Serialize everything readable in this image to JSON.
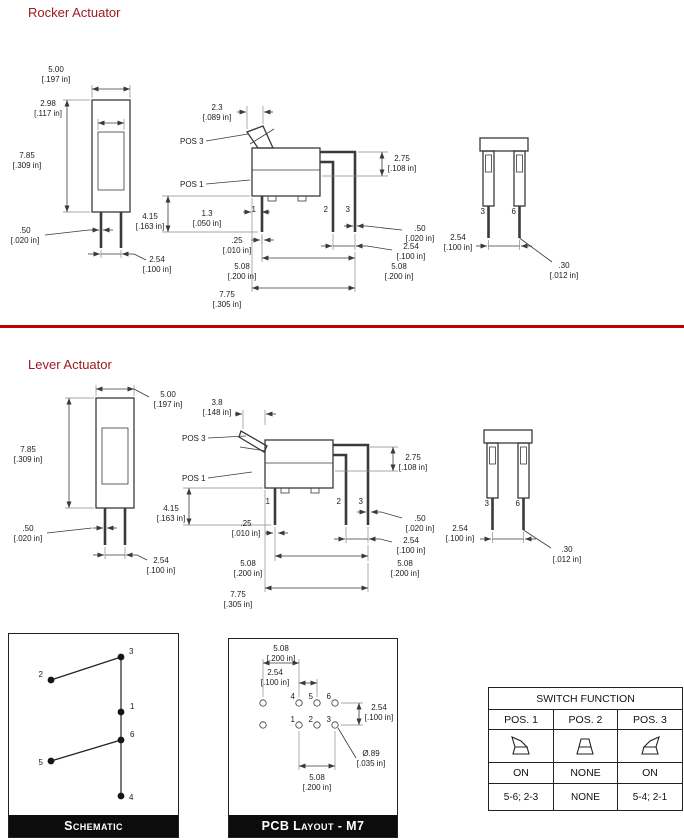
{
  "colors": {
    "accent": "#9b1b20",
    "divider": "#c30000",
    "line": "#3a3a3a",
    "panel_footer_bg": "#0c0c0c"
  },
  "sections": {
    "rocker_title": "Rocker Actuator",
    "lever_title": "Lever Actuator"
  },
  "rocker": {
    "labels": {
      "pos3": "POS 3",
      "pos1": "POS 1",
      "front_pins": [
        "1",
        "2",
        "3"
      ],
      "side_pins": [
        "3",
        "6"
      ]
    },
    "dims": {
      "top_width": {
        "v": "5.00",
        "i": "[.197 in]"
      },
      "actuator_width": {
        "v": "2.98",
        "i": "[.117 in]"
      },
      "body_height": {
        "v": "7.85",
        "i": "[.309 in]"
      },
      "travel": {
        "v": "2.3",
        "i": "[.089 in]"
      },
      "lead_spacing": {
        "v": "2.75",
        "i": "[.108 in]"
      },
      "pin_length": {
        "v": "4.15",
        "i": "[.163 in]"
      },
      "pin_offset": {
        "v": "1.3",
        "i": "[.050 in]"
      },
      "pin_thickness": {
        "v": ".25",
        "i": "[.010 in]"
      },
      "left_pin_width": {
        "v": ".50",
        "i": "[.020 in]"
      },
      "left_pitch": {
        "v": "2.54",
        "i": "[.100 in]"
      },
      "right_pin_width": {
        "v": ".50",
        "i": "[.020 in]"
      },
      "right_pitch": {
        "v": "2.54",
        "i": "[.100 in]"
      },
      "span_left": {
        "v": "5.08",
        "i": "[.200 in]"
      },
      "span_right": {
        "v": "5.08",
        "i": "[.200 in]"
      },
      "overall_width": {
        "v": "7.75",
        "i": "[.305 in]"
      },
      "side_pitch": {
        "v": "2.54",
        "i": "[.100 in]"
      },
      "side_pin_thickness": {
        "v": ".30",
        "i": "[.012 in]"
      }
    }
  },
  "lever": {
    "labels": {
      "pos3": "POS 3",
      "pos1": "POS 1",
      "front_pins": [
        "1",
        "2",
        "3"
      ],
      "side_pins": [
        "3",
        "6"
      ]
    },
    "dims": {
      "top_width": {
        "v": "5.00",
        "i": "[.197 in]"
      },
      "travel": {
        "v": "3.8",
        "i": "[.148 in]"
      },
      "body_height": {
        "v": "7.85",
        "i": "[.309 in]"
      },
      "lead_spacing": {
        "v": "2.75",
        "i": "[.108 in]"
      },
      "pin_length": {
        "v": "4.15",
        "i": "[.163 in]"
      },
      "pin_thickness": {
        "v": ".25",
        "i": "[.010 in]"
      },
      "left_pin_width": {
        "v": ".50",
        "i": "[.020 in]"
      },
      "left_pitch": {
        "v": "2.54",
        "i": "[.100 in]"
      },
      "right_pin_width": {
        "v": ".50",
        "i": "[.020 in]"
      },
      "right_pitch": {
        "v": "2.54",
        "i": "[.100 in]"
      },
      "span_left": {
        "v": "5.08",
        "i": "[.200 in]"
      },
      "span_right": {
        "v": "5.08",
        "i": "[.200 in]"
      },
      "overall_width": {
        "v": "7.75",
        "i": "[.305 in]"
      },
      "side_pitch": {
        "v": "2.54",
        "i": "[.100 in]"
      },
      "side_pin_thickness": {
        "v": ".30",
        "i": "[.012 in]"
      }
    }
  },
  "schematic": {
    "label": "Schematic",
    "right_pins": [
      "3",
      "1",
      "6",
      "4"
    ],
    "left_pins": [
      "2",
      "5"
    ]
  },
  "pcb": {
    "label": "PCB Layout - M7",
    "top_pins": [
      "4",
      "5",
      "6"
    ],
    "bottom_pins": [
      "1",
      "2",
      "3"
    ],
    "dims": {
      "col_span": {
        "v": "5.08",
        "i": "[.200 in]"
      },
      "col_pitch": {
        "v": "2.54",
        "i": "[.100 in]"
      },
      "row_pitch": {
        "v": "2.54",
        "i": "[.100 in]"
      },
      "bottom_span": {
        "v": "5.08",
        "i": "[.200 in]"
      },
      "hole_diameter": {
        "v": "Ø.89",
        "i": "[.035 in]"
      }
    }
  },
  "function_table": {
    "title": "SWITCH FUNCTION",
    "headers": [
      "POS. 1",
      "POS. 2",
      "POS. 3"
    ],
    "icons": [
      "rocker-tilt-left-icon",
      "rocker-center-icon",
      "rocker-tilt-right-icon"
    ],
    "states": [
      "ON",
      "NONE",
      "ON"
    ],
    "contacts": [
      "5-6; 2-3",
      "NONE",
      "5-4; 2-1"
    ]
  }
}
